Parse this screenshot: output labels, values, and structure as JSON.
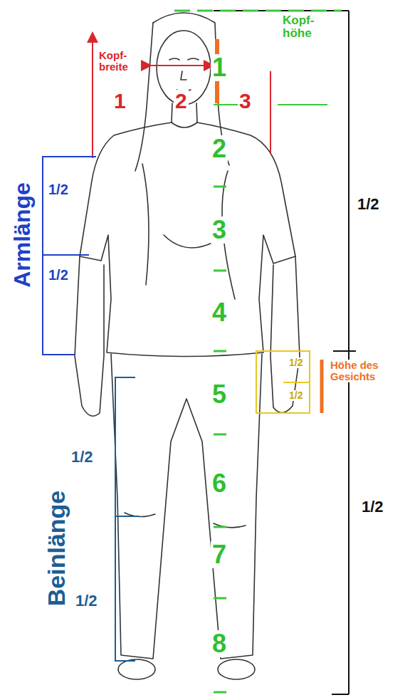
{
  "diagram": {
    "labels": [
      "Kopf- breite",
      "1",
      "2",
      "3",
      "Kopf- höhe",
      "1",
      "2",
      "3",
      "4",
      "5",
      "6",
      "7",
      "8",
      "Armlänge",
      "1/2",
      "1/2",
      "Beinlänge",
      "1/2",
      "1/2",
      "1/2",
      "1/2",
      "1/2",
      "1/2",
      "Höhe des Gesichts"
    ]
  }
}
